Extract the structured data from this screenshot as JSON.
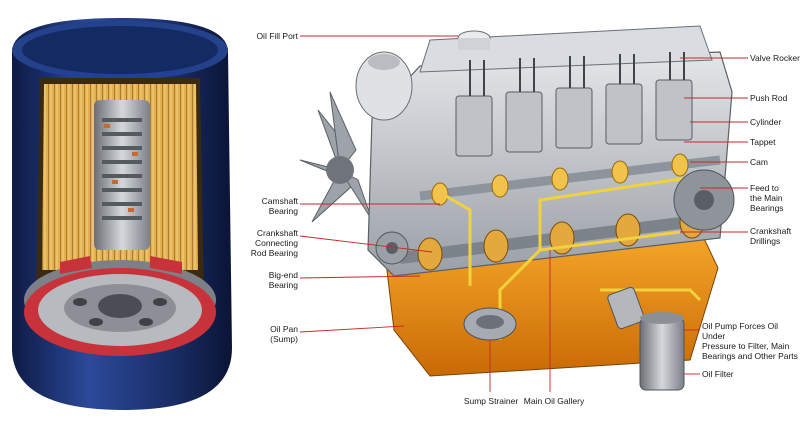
{
  "labels": {
    "oil_fill_port": "Oil Fill Port",
    "valve_rocker": "Valve Rocker",
    "push_rod": "Push Rod",
    "cylinder": "Cylinder",
    "tappet": "Tappet",
    "cam": "Cam",
    "feed_main_bearings": "Feed to\nthe Main\nBearings",
    "crankshaft_drillings": "Crankshaft\nDrillings",
    "camshaft_bearing": "Camshaft\nBearing",
    "crankshaft_rod_bearing": "Crankshaft\nConnecting\nRod Bearing",
    "big_end_bearing": "Big-end\nBearing",
    "oil_pan": "Oil Pan\n(Sump)",
    "sump_strainer": "Sump Strainer",
    "main_oil_gallery": "Main Oil Gallery",
    "oil_pump": "Oil Pump Forces Oil Under\nPressure to Filter, Main\nBearings and Other Parts",
    "oil_filter": "Oil Filter"
  },
  "colors": {
    "filter_can": "#1b2f6a",
    "filter_media": "#d9a441",
    "seal": "#c8323a",
    "engine_body": "#c9cdd2",
    "oil": "#e08a12",
    "oil_line": "#f2d23c",
    "leader": "#c62828"
  }
}
